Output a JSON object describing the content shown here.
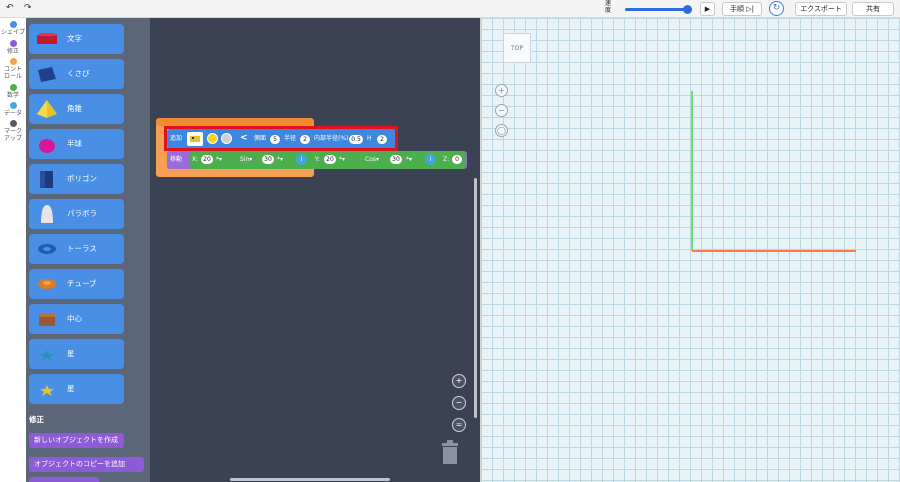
{
  "toolbar": {
    "undo_icon": "undo-arrow",
    "redo_icon": "redo-arrow",
    "speed_label": "速度",
    "play_icon": "▶",
    "step_label": "手順",
    "step_icon": "step-forward",
    "refresh_icon": "reload",
    "export_label": "エクスポート",
    "share_label": "共有",
    "speed_value": 0.92
  },
  "categories": [
    {
      "label": "シェイプ",
      "color": "#4a8fe6"
    },
    {
      "label": "修正",
      "color": "#8e5bd6"
    },
    {
      "label": "コントロール",
      "color": "#f5a052"
    },
    {
      "label": "数学",
      "color": "#4cae4c"
    },
    {
      "label": "データ",
      "color": "#4aa8d8"
    },
    {
      "label": "マークアップ",
      "color": "#555b66"
    }
  ],
  "palette": {
    "shapes": [
      {
        "label": "文字",
        "icon": "text-shape-icon"
      },
      {
        "label": "くさび",
        "icon": "wedge-icon"
      },
      {
        "label": "角錐",
        "icon": "pyramid-icon"
      },
      {
        "label": "半球",
        "icon": "hemisphere-icon"
      },
      {
        "label": "ポリゴン",
        "icon": "polygon-icon"
      },
      {
        "label": "パラボラ",
        "icon": "paraboloid-icon"
      },
      {
        "label": "トーラス",
        "icon": "torus-icon"
      },
      {
        "label": "チューブ",
        "icon": "tube-icon"
      },
      {
        "label": "中心",
        "icon": "center-box-icon"
      },
      {
        "label": "星",
        "icon": "star-icon"
      },
      {
        "label": "星",
        "icon": "star-icon"
      }
    ],
    "modify_title": "修正",
    "modify_blocks": [
      "新しいオブジェクトを作成",
      "オブジェクトのコピーを追加"
    ]
  },
  "workspace": {
    "add_block": {
      "label": "追加",
      "sides_label": "側面",
      "sides_value": "5",
      "radius_label": "半径",
      "radius_value": "2",
      "inner_label": "内部半径(%)",
      "inner_value": "0.5",
      "h_label": "H",
      "h_value": "2"
    },
    "move_block": {
      "label": "移動",
      "x_label": "X:",
      "x_value": "20",
      "sin_label": "Sin",
      "sin_value": "30",
      "y_label": "Y:",
      "y_value": "20",
      "cos_label": "Cos",
      "cos_value": "30",
      "z_label": "Z:",
      "z_value": "0"
    }
  },
  "viewport": {
    "view_cube_label": "TOP",
    "zoom_in_icon": "+",
    "zoom_out_icon": "−",
    "fit_icon": "fit-view"
  }
}
